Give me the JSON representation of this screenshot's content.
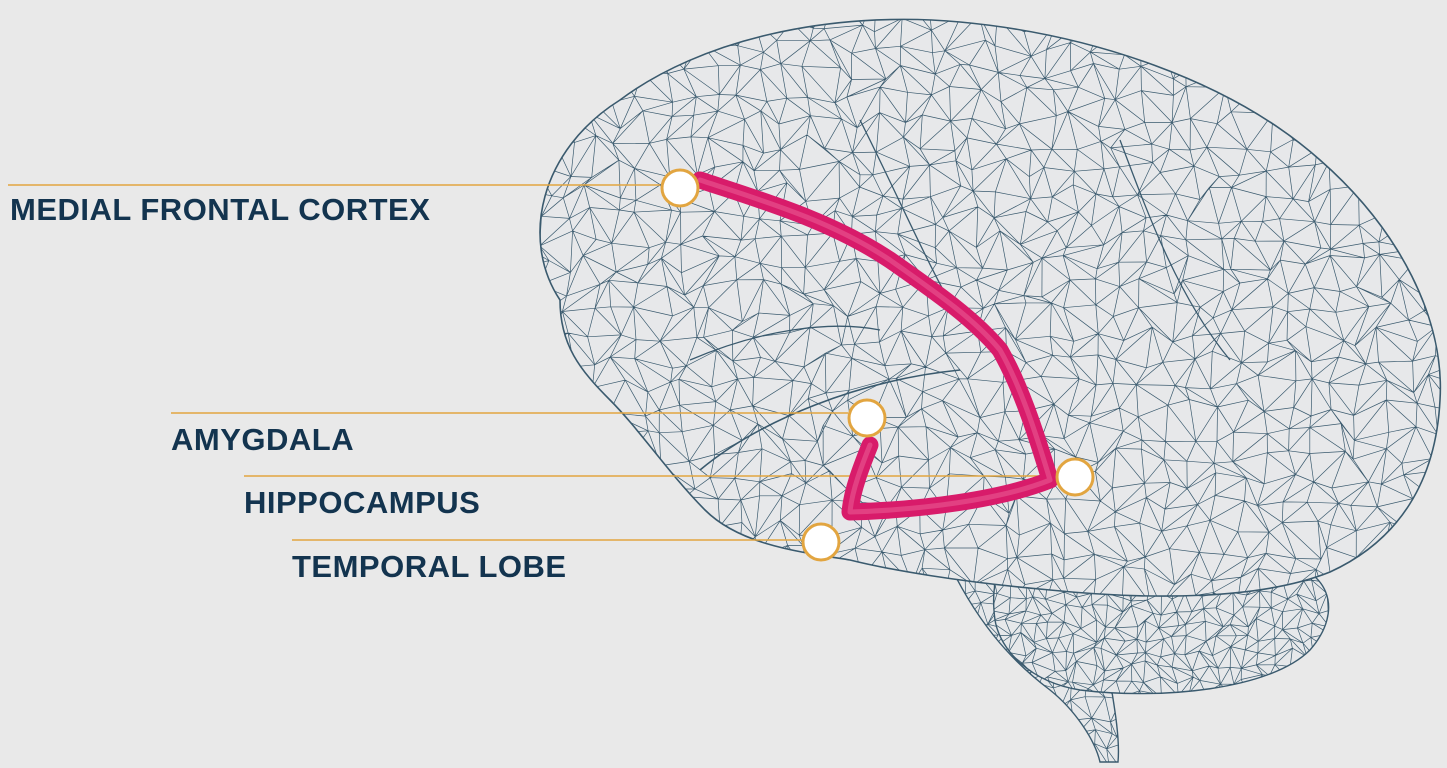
{
  "labels": {
    "medial_frontal_cortex": "MEDIAL FRONTAL CORTEX",
    "amygdala": "AMYGDALA",
    "hippocampus": "HIPPOCAMPUS",
    "temporal_lobe": "TEMPORAL LOBE"
  },
  "colors": {
    "background": "#e9e9e9",
    "label_text": "#13344f",
    "leader_line": "#e2a540",
    "marker_ring": "#e2a540",
    "mesh": "#3a5a6e",
    "pathway": "#d81b6a"
  },
  "icons": {
    "brain": "brain-wireframe-icon",
    "marker": "circle-marker-icon"
  }
}
